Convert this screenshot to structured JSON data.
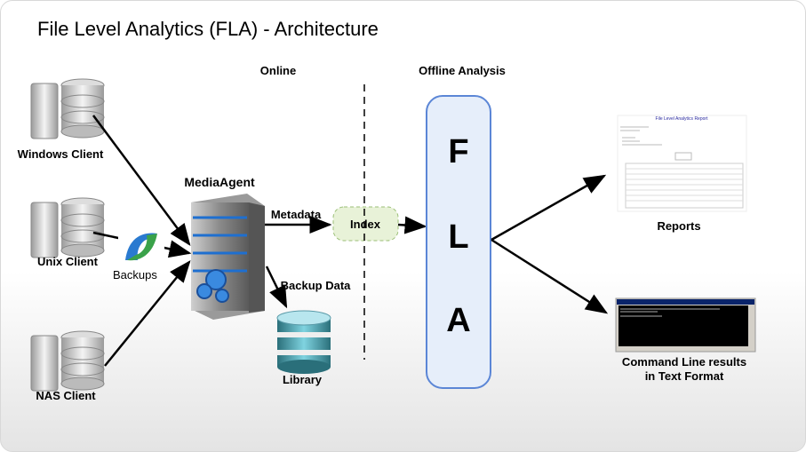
{
  "title": "File Level Analytics (FLA) - Architecture",
  "sections": {
    "online": "Online",
    "offline": "Offline Analysis"
  },
  "clients": [
    {
      "label": "Windows Client",
      "icon": "server-stack-icon"
    },
    {
      "label": "Unix Client",
      "icon": "server-stack-icon"
    },
    {
      "label": "NAS Client",
      "icon": "server-stack-icon"
    }
  ],
  "backups": {
    "label": "Backups",
    "icon": "backup-logo-icon"
  },
  "media_agent": {
    "label": "MediaAgent",
    "icon": "server-tower-icon"
  },
  "flows": {
    "metadata": "Metadata",
    "backup_data": "Backup Data"
  },
  "index": {
    "label": "Index"
  },
  "library": {
    "label": "Library",
    "icon": "database-icon"
  },
  "fla": {
    "letters": [
      "F",
      "L",
      "A"
    ]
  },
  "outputs": {
    "reports": {
      "label": "Reports",
      "thumbnail_title": "File Level Analytics Report"
    },
    "cmd": {
      "label_line1": "Command Line results",
      "label_line2": "in Text Format"
    }
  },
  "colors": {
    "fla_fill": "#e6eefa",
    "fla_border": "#5b86d6",
    "index_fill": "#e8f2d8",
    "server_blue": "#1e6fd0"
  }
}
